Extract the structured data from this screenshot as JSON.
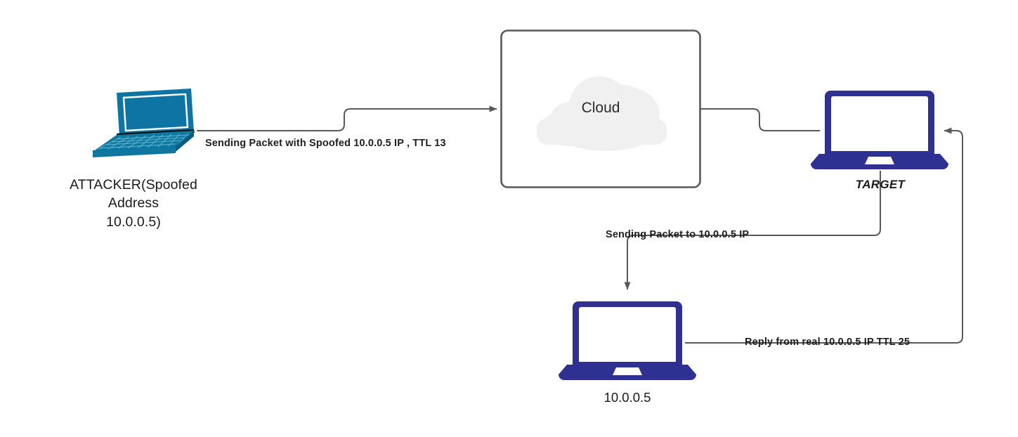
{
  "diagram": {
    "title": "IP Spoofing / TTL Reflection Network Diagram",
    "background": "#ffffff"
  },
  "nodes": {
    "attacker": {
      "name": "attacker-laptop",
      "label": "ATTACKER(Spoofed\nAddress\n10.0.0.5)",
      "icon": "laptop-isometric-icon",
      "color": "#1275a8"
    },
    "cloud": {
      "name": "cloud-box",
      "label": "Cloud",
      "icon": "cloud-icon",
      "box_stroke": "#57585a",
      "cloud_fill": "#f0f0f0"
    },
    "target": {
      "name": "target-laptop",
      "label": "TARGET",
      "icon": "laptop-front-icon",
      "color": "#2e3192"
    },
    "victim": {
      "name": "victim-laptop",
      "label": "10.0.0.5",
      "icon": "laptop-front-icon",
      "color": "#2e3192"
    }
  },
  "connections": [
    {
      "name": "attacker-to-cloud",
      "label": "Sending Packet with Spoofed 10.0.0.5 IP , TTL 13",
      "from": "attacker",
      "to": "cloud",
      "arrow": true,
      "stroke": "#595959"
    },
    {
      "name": "cloud-to-target",
      "label": "",
      "from": "cloud",
      "to": "target",
      "arrow": false,
      "stroke": "#595959"
    },
    {
      "name": "target-to-victim",
      "label": "Sending Packet to 10.0.0.5 IP",
      "from": "target",
      "to": "victim",
      "arrow": true,
      "stroke": "#595959"
    },
    {
      "name": "victim-to-target-reply",
      "label": "Reply from real 10.0.0.5 IP TTL 25",
      "from": "victim",
      "to": "target",
      "arrow": true,
      "stroke": "#595959"
    }
  ]
}
